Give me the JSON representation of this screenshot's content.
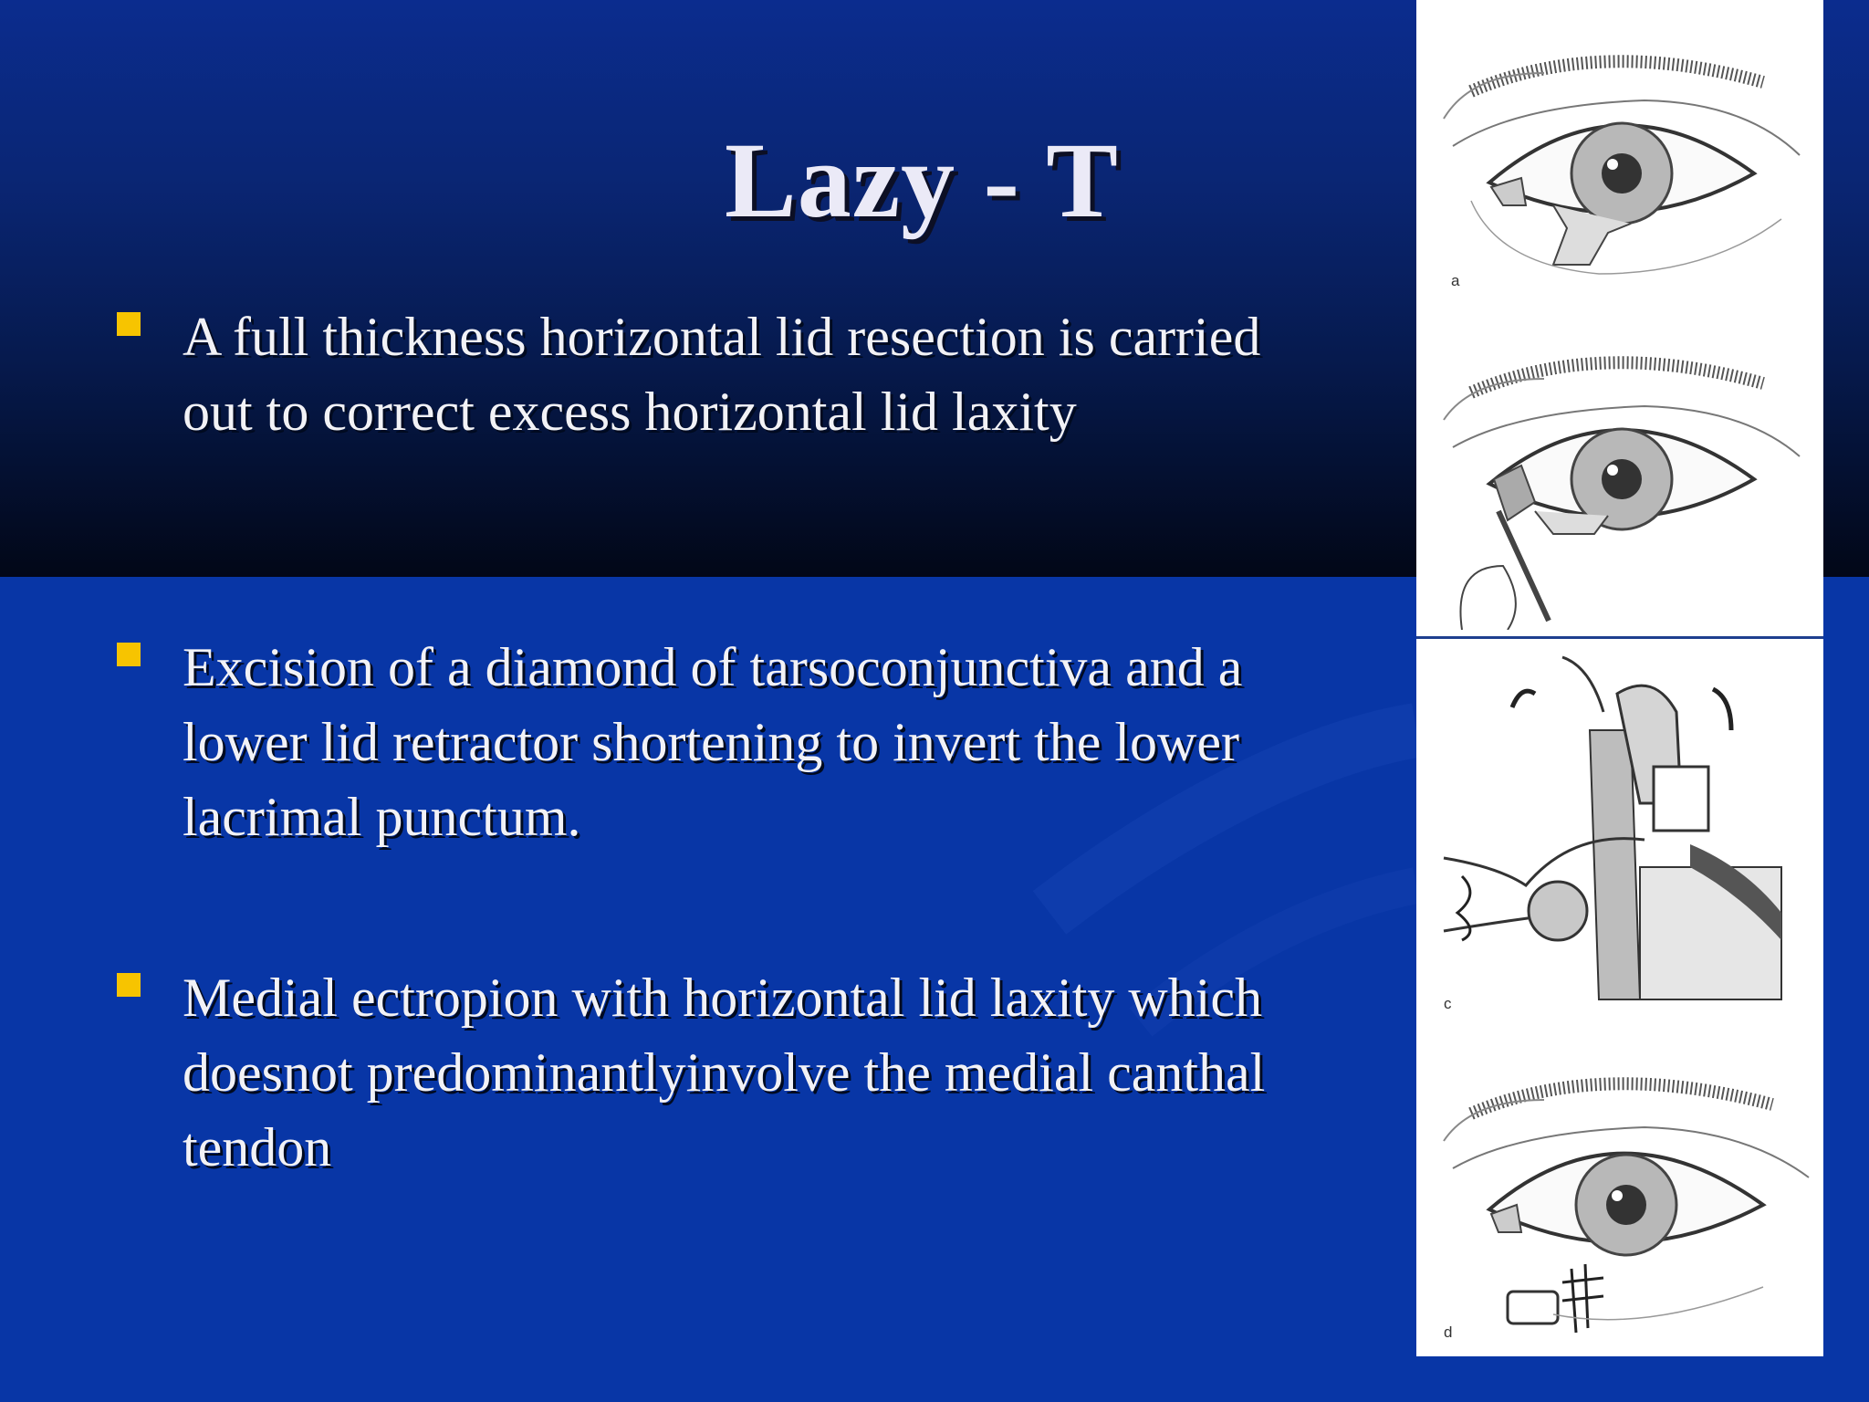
{
  "slide": {
    "title": "Lazy - T",
    "bullets": [
      {
        "text": "A full thickness horizontal lid resection is carried out to correct excess horizontal lid laxity"
      },
      {
        "text": "Excision of a diamond of tarsoconjunctiva and a lower lid retractor shortening to invert the lower lacrimal punctum."
      },
      {
        "text": "Medial ectropion with horizontal lid laxity which doesnot predominantlyinvolve the medial canthal tendon"
      }
    ]
  },
  "figure": {
    "panels": [
      {
        "label": "a",
        "icon": "eye-lazy-t-incision"
      },
      {
        "label": "",
        "icon": "eye-diamond-excision"
      },
      {
        "label": "c",
        "icon": "lid-retractor-cross-section"
      },
      {
        "label": "d",
        "icon": "eye-sutured-closure"
      }
    ]
  },
  "colors": {
    "background": "#0836a6",
    "title": "#ebeaf7",
    "text": "#f2f2f6",
    "bullet": "#f7c400",
    "panel": "#ffffff"
  }
}
